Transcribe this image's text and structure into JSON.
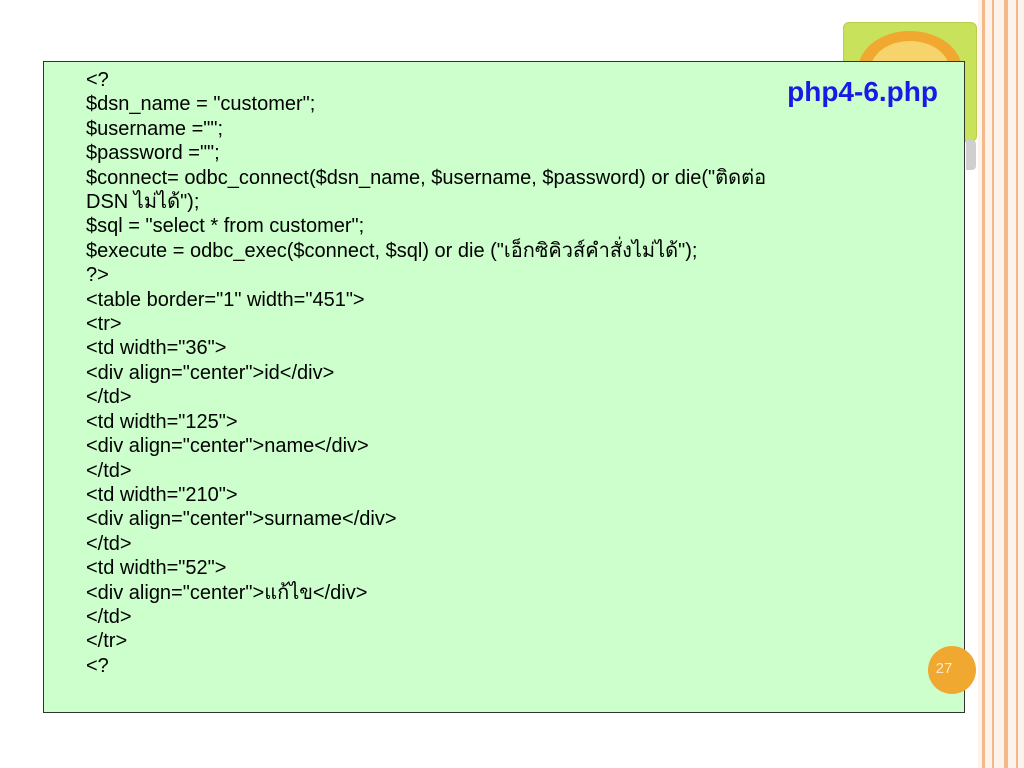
{
  "slide": {
    "filename": "php4-6.php",
    "page_number": "27",
    "accent_color": "#1a1ae6",
    "box_color": "#ccffcc",
    "logo_color": "#c9e25b",
    "circle_color": "#f0a830"
  },
  "code": {
    "lines": [
      "<?",
      "$dsn_name = \"customer\";",
      "$username =\"\";",
      "$password =\"\";",
      "$connect= odbc_connect($dsn_name, $username, $password) or die(\"ติดต่อ",
      "DSN ไม่ได้\");",
      "$sql = \"select * from customer\";",
      "$execute = odbc_exec($connect, $sql) or die (\"เอ็กซิคิวส์คำสั่งไม่ได้\");",
      "?>",
      "<table border=\"1\" width=\"451\">",
      "<tr>",
      "<td width=\"36\">",
      "<div align=\"center\">id</div>",
      "</td>",
      "<td width=\"125\">",
      "<div align=\"center\">name</div>",
      "</td>",
      "<td width=\"210\">",
      "<div align=\"center\">surname</div>",
      "</td>",
      "<td width=\"52\">",
      "<div align=\"center\">แก้ไข</div>",
      "</td>",
      "</tr>",
      "<?"
    ]
  }
}
